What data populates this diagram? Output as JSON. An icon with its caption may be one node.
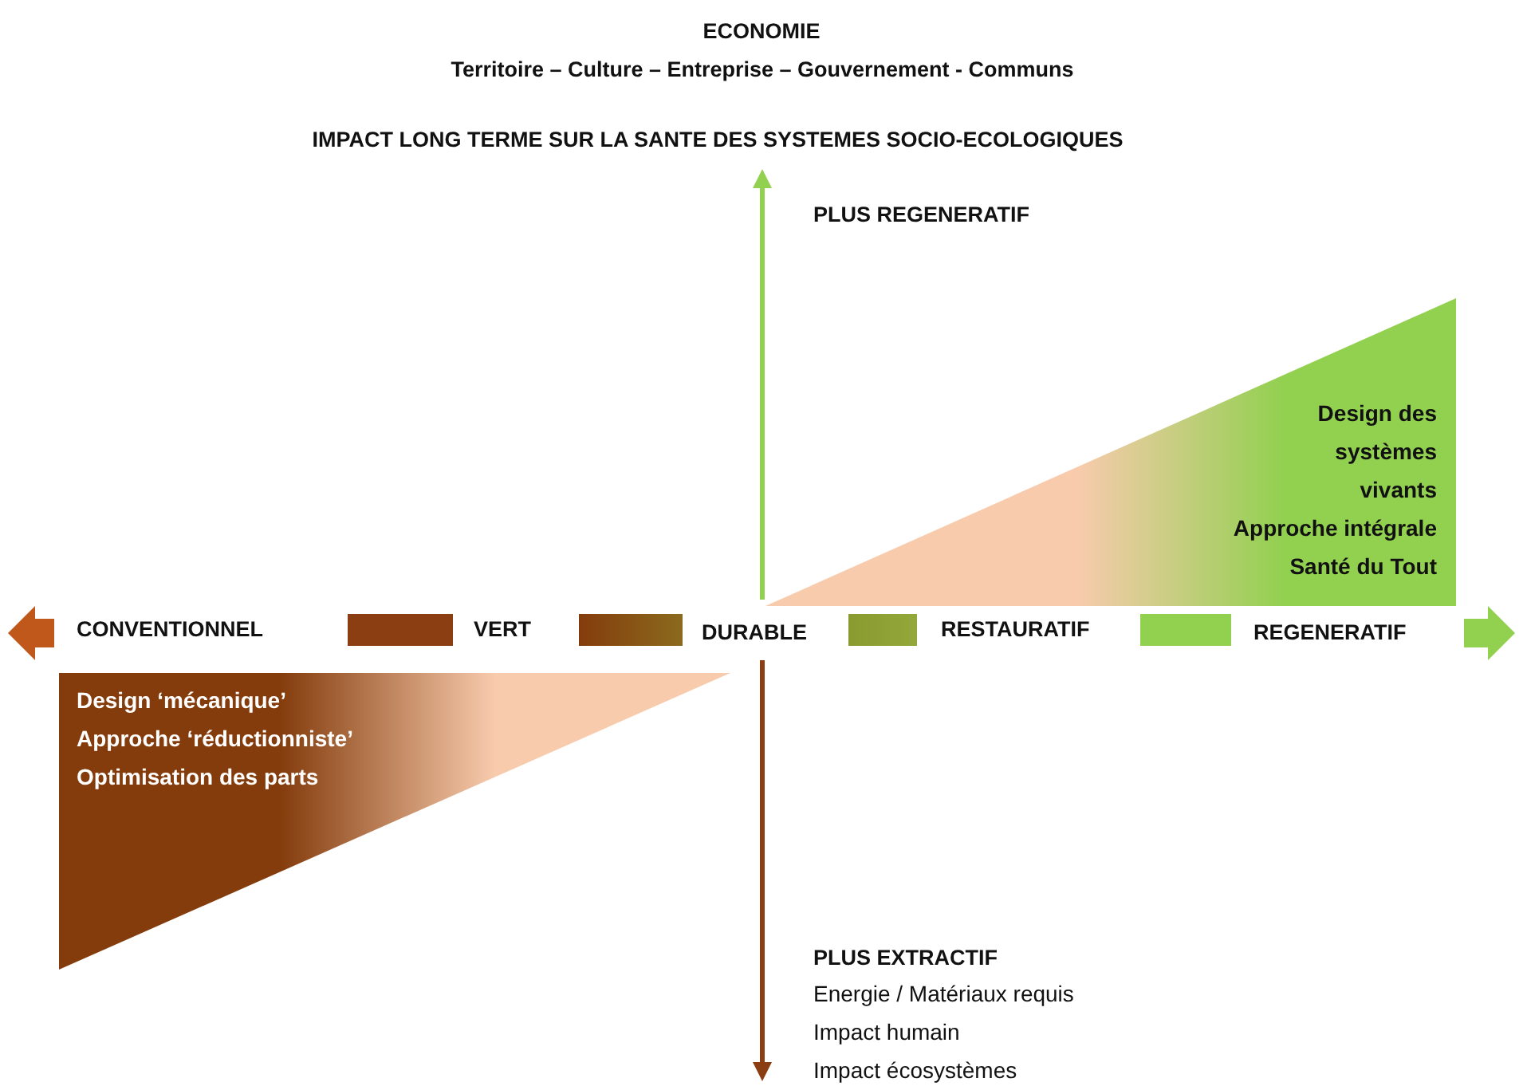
{
  "diagram": {
    "title": "ECONOMIE",
    "nodes": [
      {
        "text": [
          "Design des systèmes vivants",
          "Approche intégrale",
          "Santé du Tout"
        ]
      },
      {
        "text": [
          "Design ‘mécanique’",
          "Approche  ‘réductionniste’",
          "Optimisation des parts"
        ]
      }
    ],
    "labels": [
      "Territoire – Culture – Entreprise – Gouvernement - Communs",
      "IMPACT LONG TERME SUR LA SANTE DES SYSTEMES SOCIO-ECOLOGIQUES",
      "PLUS REGENERATIF",
      "CONVENTIONNEL",
      "VERT",
      "DURABLE",
      "RESTAURATIF",
      "REGENERATIF",
      "PLUS EXTRACTIF",
      "Energie / Matériaux requis",
      "Impact humain",
      "Impact écosystèmes"
    ]
  }
}
